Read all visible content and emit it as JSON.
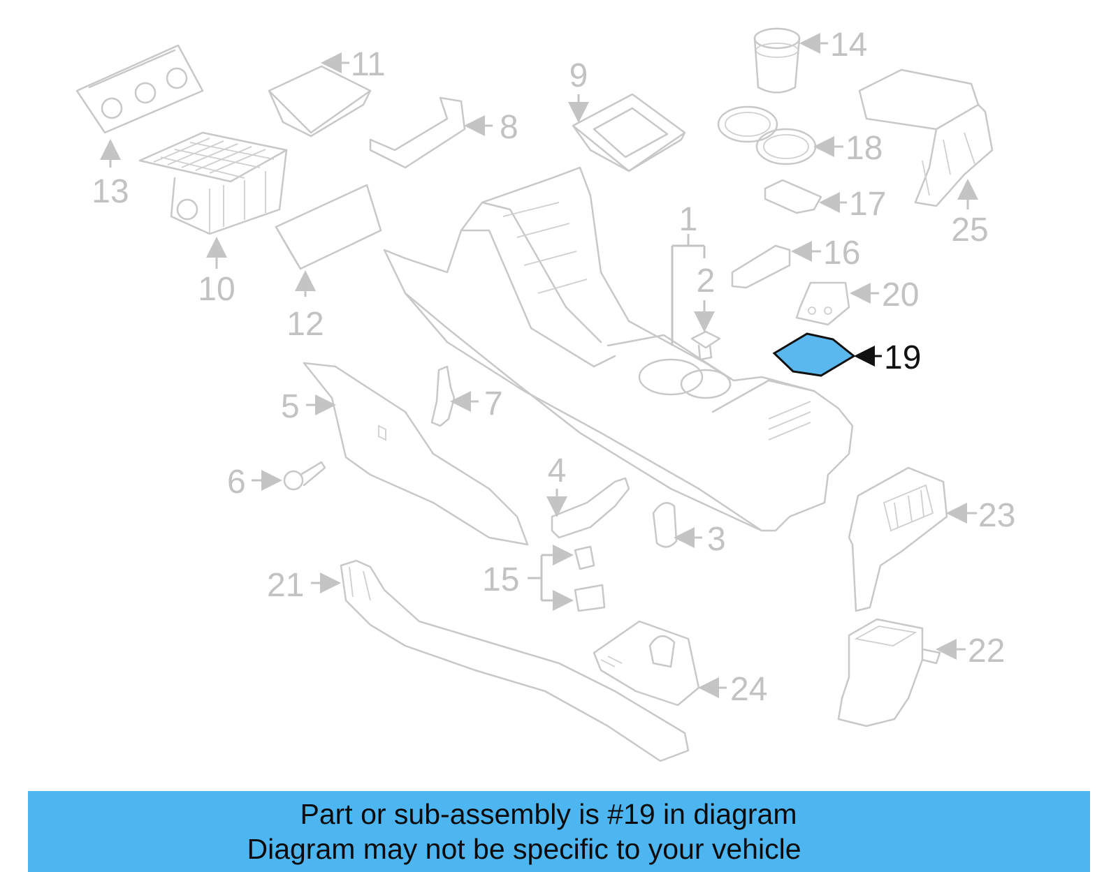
{
  "diagram": {
    "highlighted_part": "19",
    "callouts": [
      "1",
      "2",
      "3",
      "4",
      "5",
      "6",
      "7",
      "8",
      "9",
      "10",
      "11",
      "12",
      "13",
      "14",
      "15",
      "16",
      "17",
      "18",
      "19",
      "20",
      "21",
      "22",
      "23",
      "24",
      "25"
    ],
    "highlight_color": "#5bb8ee",
    "callout_color": "#c2c2c2",
    "active_callout_color": "#111111"
  },
  "banner": {
    "line1": "Part or sub-assembly is #19 in diagram",
    "line2": "Diagram may not be specific to your vehicle",
    "background": "#4db5f0"
  }
}
